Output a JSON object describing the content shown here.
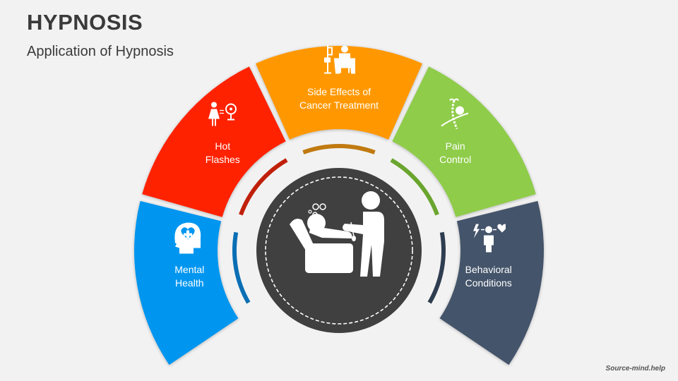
{
  "header": {
    "title": "HYPNOSIS",
    "subtitle": "Application of Hypnosis"
  },
  "footer": {
    "source": "Source-mind.help"
  },
  "center": {
    "icon": "hypnotist-recliner-icon",
    "fill": "#404040"
  },
  "segments": [
    {
      "label_line1": "Mental",
      "label_line2": "Health",
      "icon": "mental-health-head-icon",
      "color": "#0096f0",
      "arc_color": "#0a6fb4"
    },
    {
      "label_line1": "Hot",
      "label_line2": "Flashes",
      "icon": "hot-flashes-fan-icon",
      "color": "#ff2200",
      "arc_color": "#c0200a"
    },
    {
      "label_line1": "Side Effects of",
      "label_line2": "Cancer Treatment",
      "icon": "iv-chair-patient-icon",
      "color": "#ff9800",
      "arc_color": "#c07a10"
    },
    {
      "label_line1": "Pain",
      "label_line2": "Control",
      "icon": "spine-pain-icon",
      "color": "#8fcc4a",
      "arc_color": "#6aa52e"
    },
    {
      "label_line1": "Behavioral",
      "label_line2": "Conditions",
      "icon": "behavior-person-icon",
      "color": "#44546a",
      "arc_color": "#2f3d50"
    }
  ]
}
